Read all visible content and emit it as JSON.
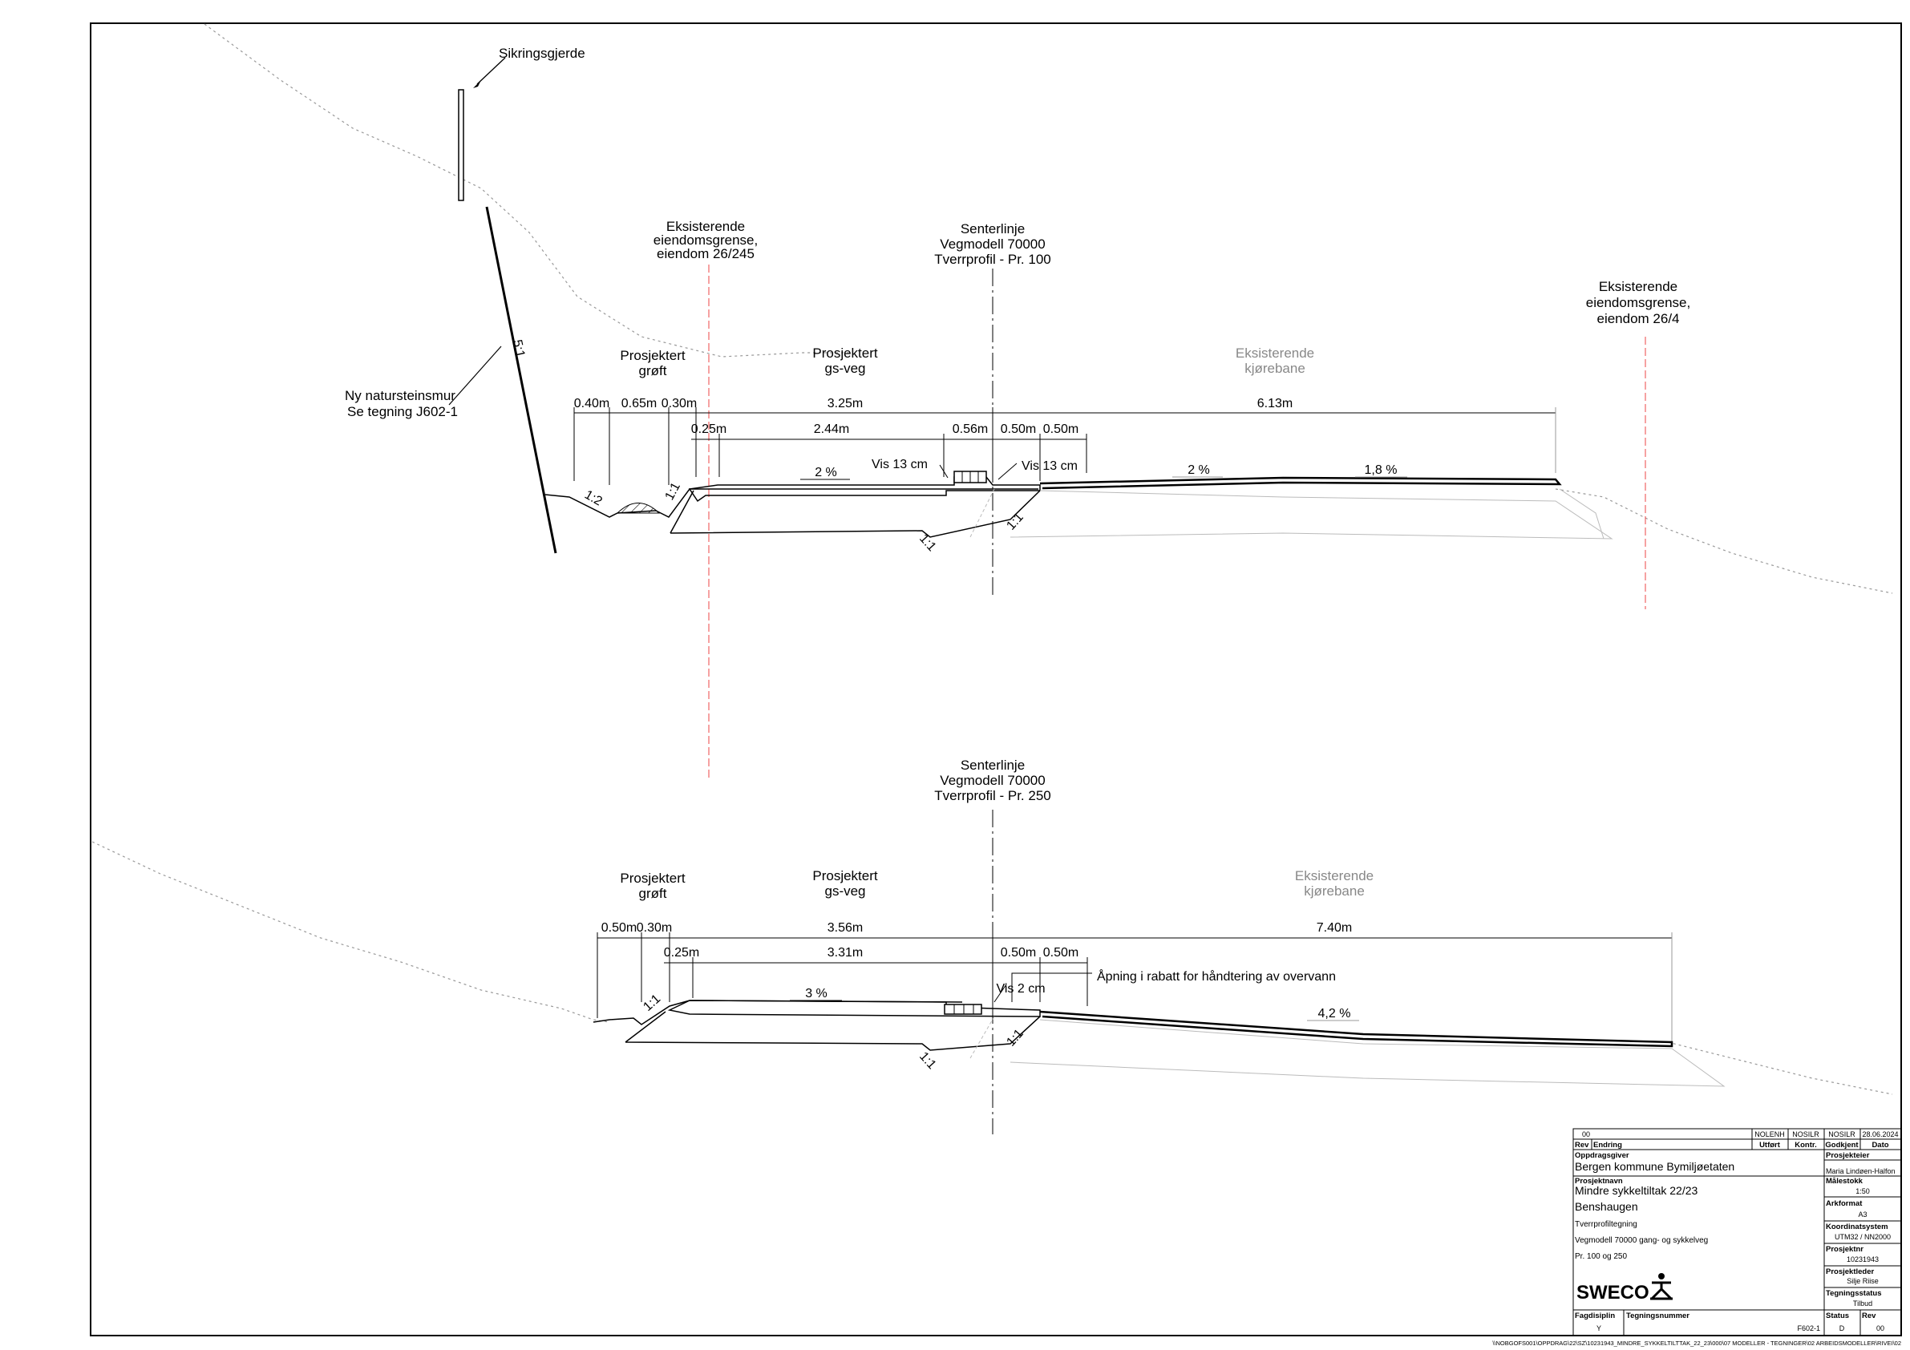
{
  "profile_top": {
    "fence_label": "Sikringsgjerde",
    "wall_slope": "5:1",
    "wall_label_line1": "Ny natursteinsmur",
    "wall_label_line2": "Se tegning J602-1",
    "boundary_left": [
      "Eksisterende",
      "eiendomsgrense,",
      "eiendom 26/245"
    ],
    "centerline": [
      "Senterlinje",
      "Vegmodell 70000",
      "Tverrprofil - Pr. 100"
    ],
    "boundary_right": [
      "Eksisterende",
      "eiendomsgrense,",
      "eiendom 26/4"
    ],
    "ditch": [
      "Prosjektert",
      "grøft"
    ],
    "gsveg": [
      "Prosjektert",
      "gs-veg"
    ],
    "road": [
      "Eksisterende",
      "kjørebane"
    ],
    "dims_row1": [
      "0.40m",
      "0.65m",
      "0.30m",
      "3.25m",
      "6.13m"
    ],
    "dims_row2": [
      "0.25m",
      "2.44m",
      "0.56m",
      "0.50m",
      "0.50m"
    ],
    "vis_left": "Vis 13 cm",
    "vis_right": "Vis 13 cm",
    "slopes": [
      "2 %",
      "2 %",
      "1,8 %",
      "1:2",
      "1:1",
      "1:1",
      "1:1"
    ]
  },
  "profile_bottom": {
    "centerline": [
      "Senterlinje",
      "Vegmodell 70000",
      "Tverrprofil - Pr. 250"
    ],
    "ditch": [
      "Prosjektert",
      "grøft"
    ],
    "gsveg": [
      "Prosjektert",
      "gs-veg"
    ],
    "road": [
      "Eksisterende",
      "kjørebane"
    ],
    "dims_row1": [
      "0.50m",
      "0.30m",
      "3.56m",
      "7.40m"
    ],
    "dims_row2": [
      "0.25m",
      "3.31m",
      "0.50m",
      "0.50m"
    ],
    "vis": "Vis 2 cm",
    "opening_note": "Åpning i rabatt for håndtering av overvann",
    "slopes": [
      "3 %",
      "4,2 %",
      "1:1",
      "1:1",
      "1:1"
    ]
  },
  "title_block": {
    "rev_row": [
      "00",
      "NOLENH",
      "NOSILR",
      "NOSILR",
      "28.06.2024"
    ],
    "rev_headers": [
      "Rev",
      "Endring",
      "Utført",
      "Kontr.",
      "Godkjent",
      "Dato"
    ],
    "oppdragsgiver_label": "Oppdragsgiver",
    "oppdragsgiver": "Bergen kommune Bymiljøetaten",
    "prosjektnavn_label": "Prosjektnavn",
    "prosjektnavn": "Mindre sykkeltiltak 22/23",
    "sted": "Benshaugen",
    "desc1": "Tverrprofiltegning",
    "desc2": "Vegmodell 70000 gang- og sykkelveg",
    "desc3": "Pr. 100 og 250",
    "company": "SWECO",
    "prosjekteier_label": "Prosjekteier",
    "prosjekteier": "Maria Lindøen-Halfon",
    "malestokk_label": "Målestokk",
    "malestokk": "1:50",
    "arkformat_label": "Arkformat",
    "arkformat": "A3",
    "koord_label": "Koordinatsystem",
    "koord": "UTM32 / NN2000",
    "prosjektnr_label": "Prosjektnr",
    "prosjektnr": "10231943",
    "prosjektleder_label": "Prosjektleder",
    "prosjektleder": "Silje Riise",
    "tegningsstatus_label": "Tegningsstatus",
    "tegningsstatus": "Tilbud",
    "fagdisiplin_label": "Fagdisiplin",
    "fagdisiplin": "Y",
    "tegningsnummer_label": "Tegningsnummer",
    "tegningsnummer": "F602-1",
    "status_label": "Status",
    "status": "D",
    "rev_label": "Rev",
    "rev": "00"
  },
  "file_path": "\\\\NOBGOFS001\\OPPDRAG\\22\\SZ\\10231943_MINDRE_SYKKELTILTTAK_22_23\\000\\07 MODELLER - TEGNINGER\\02 ARBEIDSMODELLER\\RIVEI\\02"
}
